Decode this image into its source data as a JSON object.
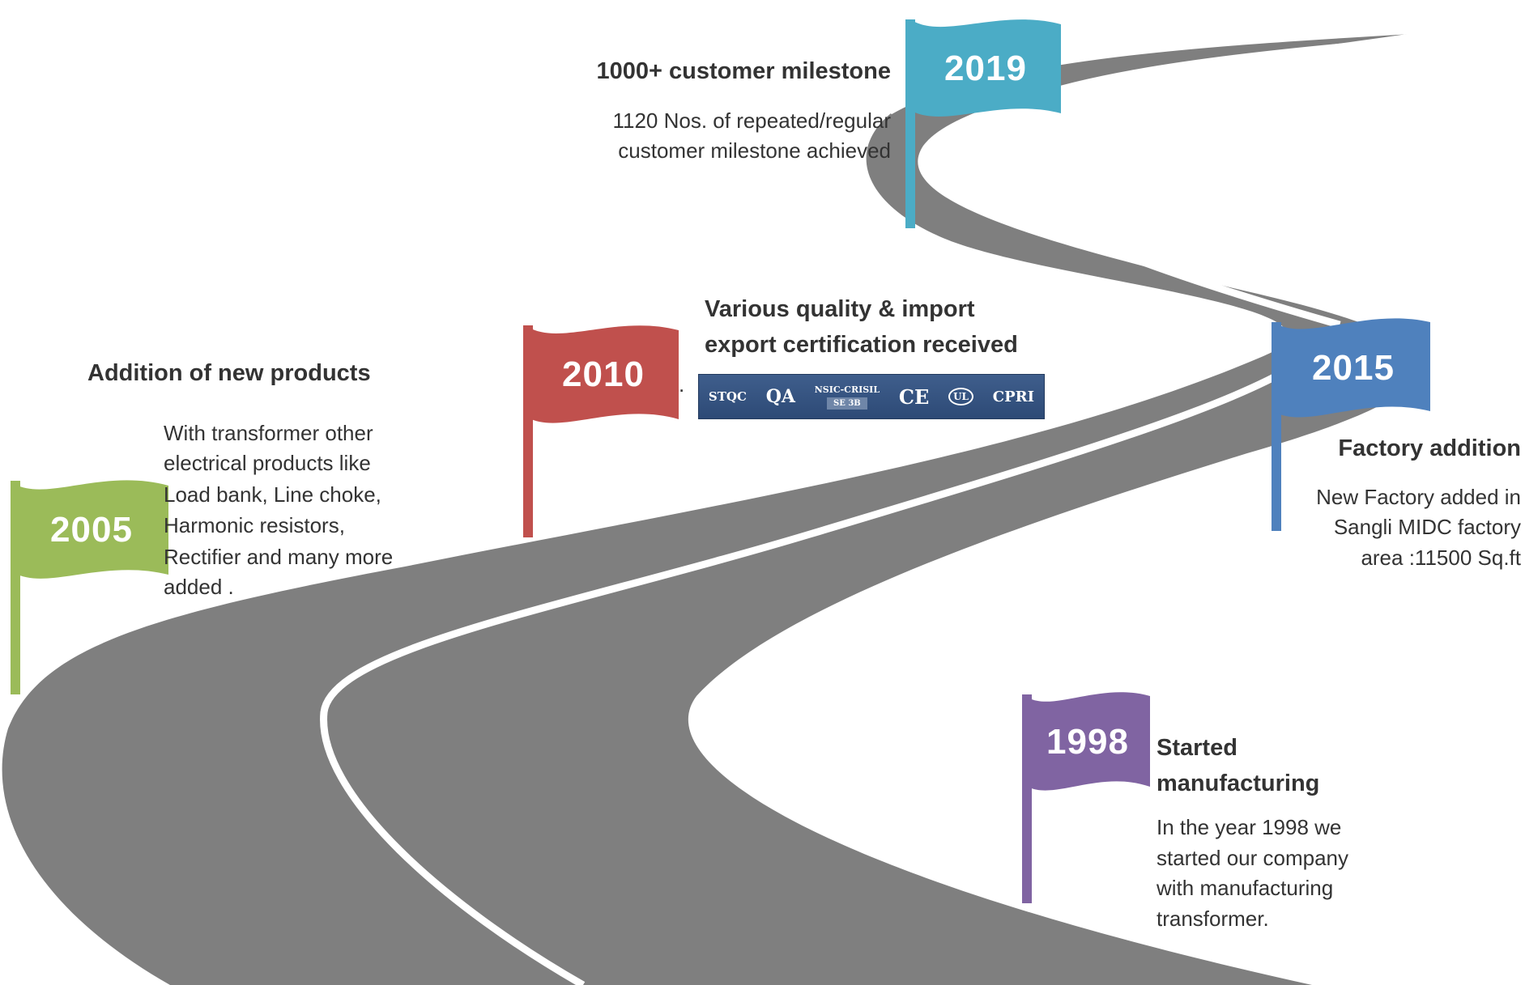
{
  "colors": {
    "road": "#7f7f7f",
    "lane_line": "#ffffff",
    "flag_1998": "#8064a2",
    "flag_2005": "#9bbb59",
    "flag_2010": "#c0504d",
    "flag_2015": "#4f81bd",
    "flag_2019": "#4bacc6"
  },
  "milestones": {
    "m2019": {
      "year": "2019",
      "title": "1000+ customer milestone",
      "text_line1": "1120 Nos. of  repeated/regular",
      "text_line2": "customer milestone achieved"
    },
    "m2010": {
      "year": "2010",
      "title_line1": "Various quality & import",
      "title_line2": "export certification received",
      "dot": "."
    },
    "m2005": {
      "year": "2005",
      "title": "Addition of new products",
      "text_line1": "With transformer other",
      "text_line2": "electrical products like",
      "text_line3": "Load bank, Line choke,",
      "text_line4": "Harmonic resistors,",
      "text_line5": "Rectifier and many more",
      "text_line6": "added ."
    },
    "m2015": {
      "year": "2015",
      "title": "Factory addition",
      "text_line1": "New Factory added in",
      "text_line2": "Sangli MIDC factory",
      "text_line3": "area :11500 Sq.ft"
    },
    "m1998": {
      "year": "1998",
      "title_line1": "Started",
      "title_line2": "manufacturing",
      "text_line1": "In the year 1998 we",
      "text_line2": "started our company",
      "text_line3": "with manufacturing",
      "text_line4": "transformer."
    }
  },
  "certifications": {
    "stqc": "STQC",
    "qa": "QA",
    "nsic": "NSIC-CRISIL",
    "nsic_grade": "SE 3B",
    "ce": "CE",
    "ul": "UL",
    "cpri": "CPRI"
  }
}
